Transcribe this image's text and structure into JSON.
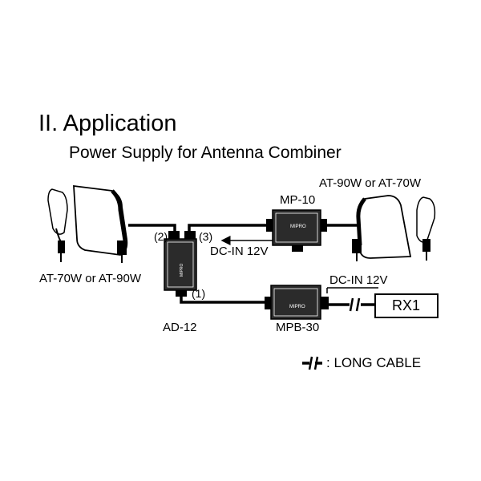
{
  "section": {
    "title": "II. Application",
    "subtitle": "Power Supply for Antenna Combiner"
  },
  "labels": {
    "left_antenna": "AT-70W or AT-90W",
    "right_antenna": "AT-90W or AT-70W",
    "mp10": "MP-10",
    "ad12": "AD-12",
    "mpb30": "MPB-30",
    "rx1": "RX1",
    "dcin_top": "DC-IN 12V",
    "dcin_bottom": "DC-IN 12V",
    "port1": "(1)",
    "port2": "(2)",
    "port3": "(3)"
  },
  "legend": {
    "long_cable": ": LONG CABLE"
  },
  "device_marks": {
    "ad12_brand": "MIPRO",
    "mp10_brand": "MIPRO",
    "mpb30_brand": "MIPRO"
  },
  "colors": {
    "ink": "#000000",
    "device_body": "#2b2b2b",
    "background": "#ffffff"
  }
}
